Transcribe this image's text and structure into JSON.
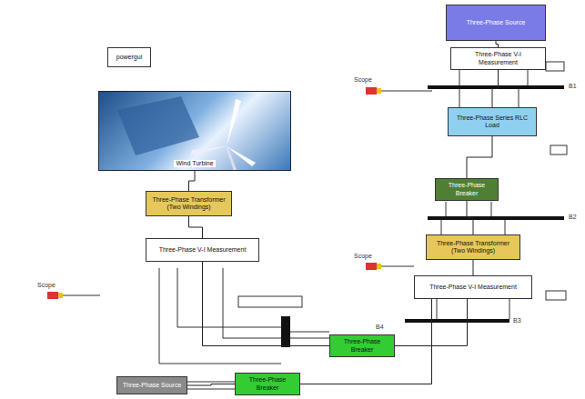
{
  "diagram": {
    "nodes": [
      {
        "text": [
          "Three-Phase Source"
        ]
      },
      {
        "text": [
          "Three-Phase V-I Measurement"
        ]
      },
      {
        "text": [
          "Three-Phase Series RLC Load"
        ]
      },
      {
        "text": [
          "Three-Phase Breaker"
        ]
      },
      {
        "text": [
          "Three-Phase Transformer (Two Windings)"
        ]
      },
      {
        "text": [
          "Three-Phase V-I Measurement"
        ]
      },
      {
        "text": [
          "Wind Turbine"
        ]
      },
      {
        "text": [
          "Three-Phase Transformer (Two Windings)"
        ]
      },
      {
        "text": [
          "Three-Phase V-I Measurement"
        ]
      },
      {
        "text": [
          "Three-Phase Breaker"
        ]
      },
      {
        "text": [
          "Three-Phase Breaker"
        ]
      },
      {
        "text": [
          "Three-Phase Source"
        ]
      },
      {
        "text": [
          "powergui"
        ]
      }
    ],
    "edges": [
      {
        "from": 0,
        "to": 1,
        "arrow": "none"
      },
      {
        "from": 1,
        "to": 2,
        "arrow": "none"
      },
      {
        "from": 2,
        "to": 3,
        "arrow": "none"
      },
      {
        "from": 3,
        "to": 4,
        "arrow": "none"
      },
      {
        "from": 4,
        "to": 5,
        "arrow": "none"
      },
      {
        "from": 6,
        "to": 7,
        "arrow": "none"
      },
      {
        "from": 7,
        "to": 8,
        "arrow": "none"
      },
      {
        "from": 8,
        "to": 9,
        "arrow": "none"
      },
      {
        "from": 9,
        "to": 5,
        "arrow": "none"
      },
      {
        "from": 11,
        "to": 10,
        "arrow": "none"
      },
      {
        "from": 10,
        "to": 5,
        "arrow": "none"
      }
    ],
    "labels": [
      "Scope",
      "Scope",
      "Scope",
      "B1",
      "B2",
      "B3",
      "B4"
    ]
  }
}
